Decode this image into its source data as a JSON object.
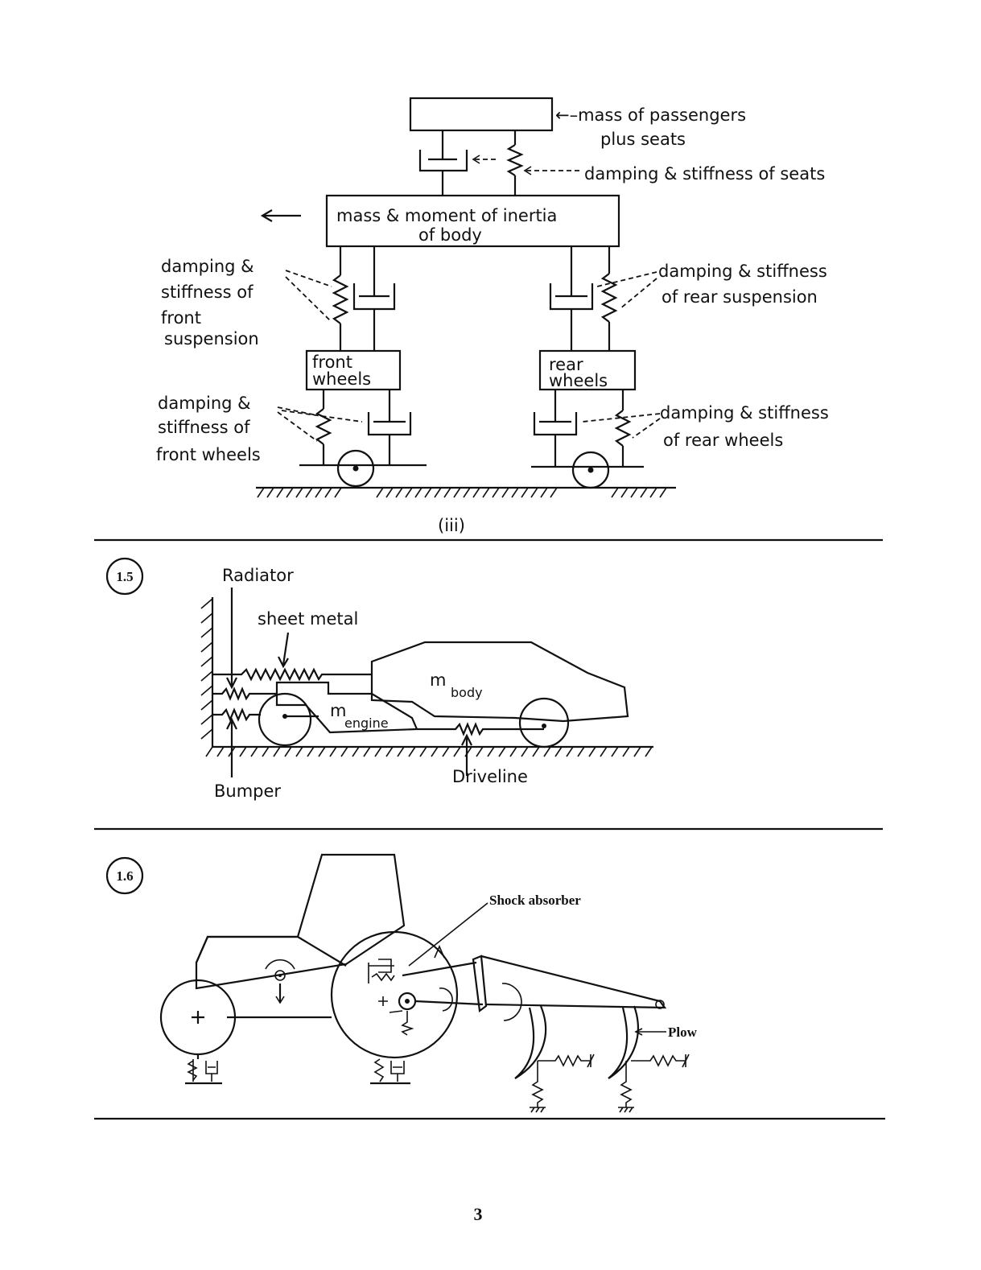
{
  "figure_iii": {
    "labels": {
      "mass_passengers_1": "←–mass of passengers",
      "mass_passengers_2": "plus seats",
      "damping_seats": "damping & stiffness of seats",
      "body_1": "mass & moment of inertia",
      "body_2": "of body",
      "front_susp_1": "damping &",
      "front_susp_2": "stiffness of",
      "front_susp_3": "front",
      "front_susp_4": "suspension",
      "rear_susp_1": "damping & stiffness",
      "rear_susp_2": "of rear suspension",
      "front_wheels_1": "front",
      "front_wheels_2": "wheels",
      "rear_wheels_1": "rear",
      "rear_wheels_2": "wheels",
      "front_wheel_damp_1": "damping &",
      "front_wheel_damp_2": "stiffness of",
      "front_wheel_damp_3": "front wheels",
      "rear_wheel_damp_1": "damping & stiffness",
      "rear_wheel_damp_2": "of rear wheels"
    },
    "caption": "(iii)"
  },
  "figure_1_5": {
    "number": "1.5",
    "labels": {
      "radiator": "Radiator",
      "sheet_metal": "sheet metal",
      "m_body": "m",
      "m_body_sub": "body",
      "m_engine": "m",
      "m_engine_sub": "engine",
      "bumper": "Bumper",
      "driveline": "Driveline"
    }
  },
  "figure_1_6": {
    "number": "1.6",
    "labels": {
      "shock_absorber": "Shock absorber",
      "plow": "Plow"
    }
  },
  "page_number": "3"
}
